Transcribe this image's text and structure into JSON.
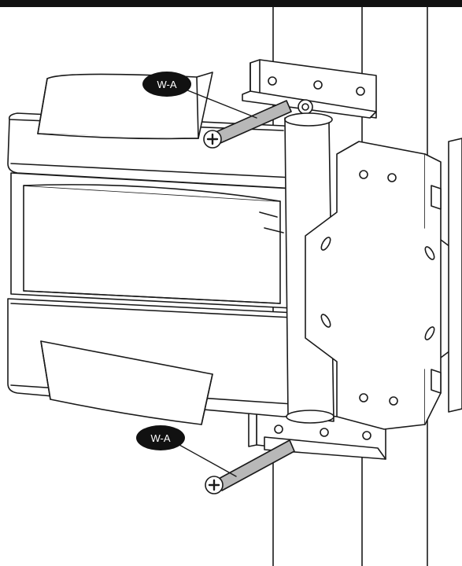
{
  "callouts": [
    {
      "label": "W-A",
      "part": "wood-screw"
    },
    {
      "label": "W-A",
      "part": "wood-screw"
    }
  ],
  "colors": {
    "background": "#ffffff",
    "top_bar": "#111111",
    "line": "#1a1a1a",
    "screw_shank": "#b8b8b8",
    "callout_fill": "#111111",
    "callout_text": "#ffffff"
  }
}
